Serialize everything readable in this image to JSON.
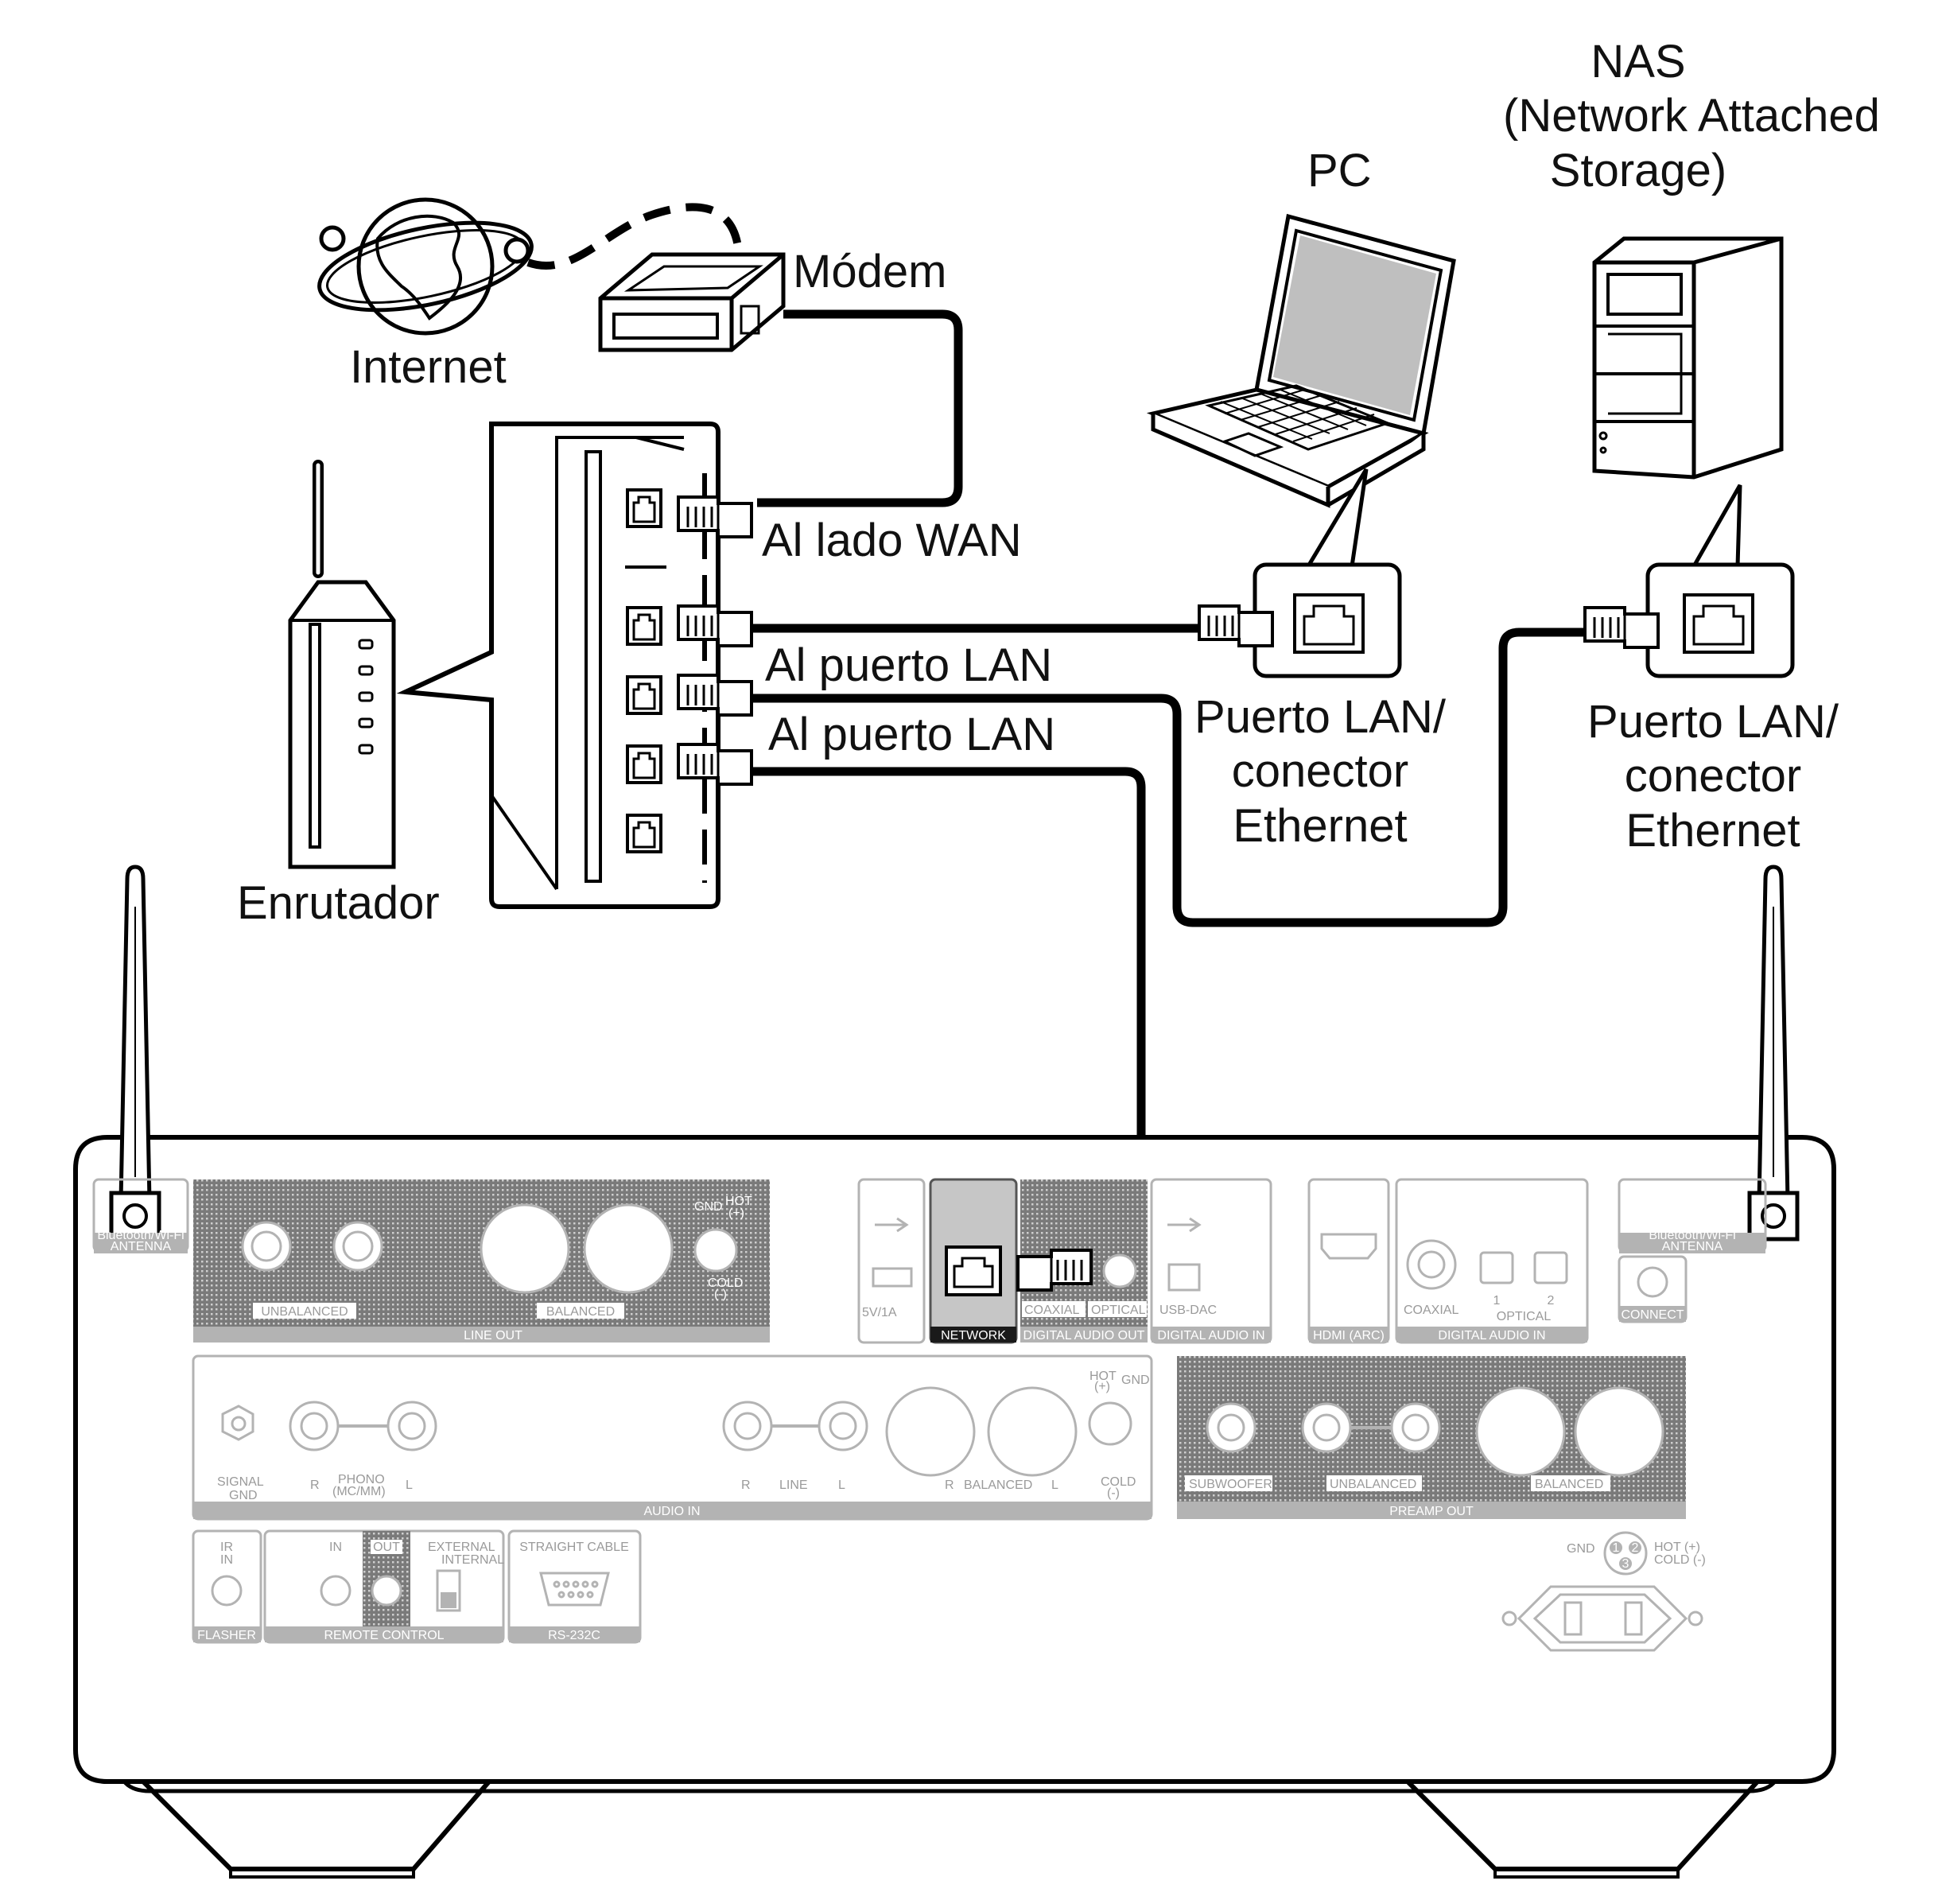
{
  "labels": {
    "nas_line1": "NAS",
    "nas_line2": "(Network Attached",
    "nas_line3": "Storage)",
    "pc": "PC",
    "modem": "Módem",
    "internet": "Internet",
    "router": "Enrutador",
    "wan_side": "Al lado WAN",
    "lan_port_1": "Al puerto LAN",
    "lan_port_2": "Al puerto LAN",
    "pc_port_line1": "Puerto LAN/",
    "pc_port_line2": "conector",
    "pc_port_line3": "Ethernet",
    "nas_port_line1": "Puerto LAN/",
    "nas_port_line2": "conector",
    "nas_port_line3": "Ethernet"
  },
  "panel": {
    "antenna_left": "Bluetooth/Wi-Fi",
    "antenna_left_2": "ANTENNA",
    "antenna_right": "Bluetooth/Wi-Fi",
    "antenna_right_2": "ANTENNA",
    "gnd": "GND",
    "hot": "HOT",
    "hot_plus": "(+)",
    "cold": "COLD",
    "cold_minus": "(-)",
    "unbalanced": "UNBALANCED",
    "balanced": "BALANCED",
    "line_out": "LINE OUT",
    "usb_power": "5V/1A",
    "network": "NETWORK",
    "coaxial": "COAXIAL",
    "optical": "OPTICAL",
    "digital_audio_out": "DIGITAL AUDIO OUT",
    "usb_dac": "USB-DAC",
    "digital_audio_in": "DIGITAL AUDIO IN",
    "hdmi_arc": "HDMI (ARC)",
    "coaxial_in": "COAXIAL",
    "optical_1": "1",
    "optical_2": "2",
    "optical_in": "OPTICAL",
    "digital_audio_in_2": "DIGITAL AUDIO IN",
    "connect": "CONNECT",
    "signal": "SIGNAL",
    "signal_gnd": "GND",
    "phono": "PHONO",
    "phono_mm": "(MC/MM)",
    "line": "LINE",
    "balanced_in": "BALANCED",
    "audio_in": "AUDIO IN",
    "subwoofer": "SUBWOOFER",
    "preamp_unbalanced": "UNBALANCED",
    "preamp_balanced": "BALANCED",
    "preamp_out": "PREAMP OUT",
    "ir": "IR",
    "ir_in": "IN",
    "flasher": "FLASHER",
    "rc_in": "IN",
    "rc_out": "OUT",
    "external": "EXTERNAL",
    "internal": "INTERNAL",
    "remote_control": "REMOTE CONTROL",
    "straight_cable": "STRAIGHT CABLE",
    "rs232c": "RS-232C",
    "r": "R",
    "l": "L",
    "pin1": "1",
    "pin2": "2",
    "pin3": "3",
    "gnd_pin": "GND",
    "hot_pin": "HOT (+)",
    "cold_pin": "COLD (-)"
  },
  "colors": {
    "line": "#000000",
    "panel_line": "#b3b3b3",
    "panel_text": "#9a9a9a",
    "network_fill": "#c6c6c6"
  }
}
